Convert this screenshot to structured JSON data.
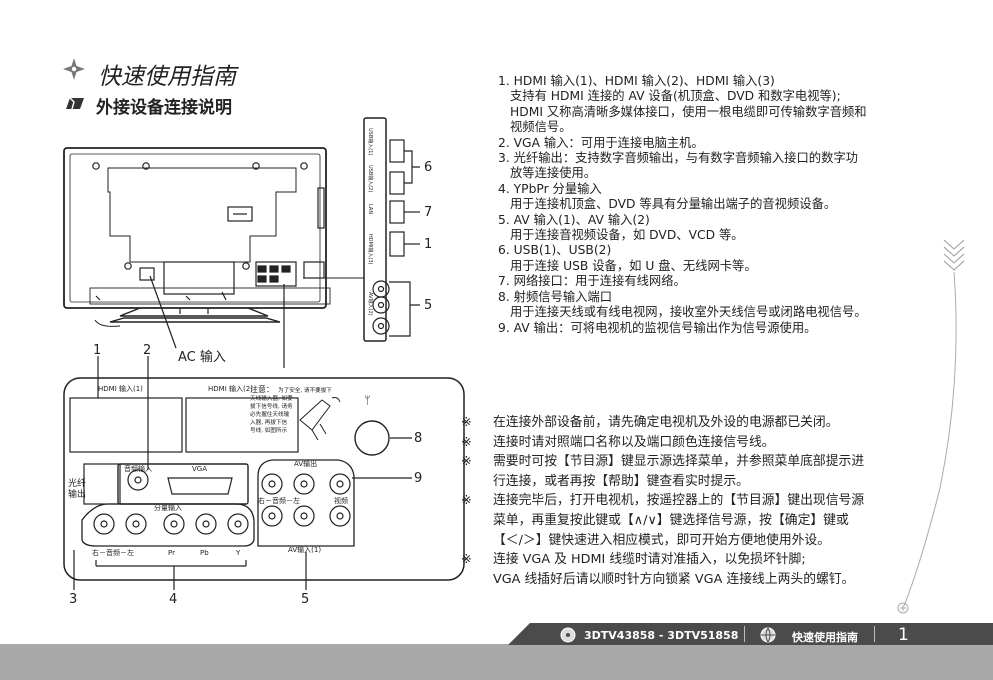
{
  "header": {
    "title": "快速使用指南",
    "subtitle": "外接设备连接说明"
  },
  "descriptions": [
    {
      "lines": [
        "1. HDMI 输入(1)、HDMI 输入(2)、HDMI 输入(3)",
        "支持有 HDMI 连接的 AV 设备(机顶盒、DVD 和数字电视等);",
        "HDMI 又称高清晰多媒体接口，使用一根电缆即可传输数字音频和",
        "视频信号。"
      ]
    },
    {
      "lines": [
        "2. VGA 输入：可用于连接电脑主机。"
      ]
    },
    {
      "lines": [
        "3. 光纤输出：支持数字音频输出，与有数字音频输入接口的数字功",
        "放等连接使用。"
      ]
    },
    {
      "lines": [
        "4. YPbPr 分量输入",
        "用于连接机顶盒、DVD 等具有分量输出端子的音视频设备。"
      ]
    },
    {
      "lines": [
        "5. AV 输入(1)、AV 输入(2)",
        "用于连接音视频设备，如 DVD、VCD 等。"
      ]
    },
    {
      "lines": [
        "6. USB(1)、USB(2)",
        "用于连接 USB 设备，如 U 盘、无线网卡等。"
      ]
    },
    {
      "lines": [
        "7. 网络接口：用于连接有线网络。"
      ]
    },
    {
      "lines": [
        "8. 射频信号输入端口",
        "用于连接天线或有线电视网，接收室外天线信号或闭路电视信号。"
      ]
    },
    {
      "lines": [
        "9. AV 输出：可将电视机的监视信号输出作为信号源使用。"
      ]
    }
  ],
  "notes": {
    "marker": "※",
    "items": [
      {
        "lines": [
          "在连接外部设备前，请先确定电视机及外设的电源都已关闭。"
        ]
      },
      {
        "lines": [
          "连接时请对照端口名称以及端口颜色连接信号线。"
        ]
      },
      {
        "lines": [
          "需要时可按【节目源】键显示源选择菜单，并参照菜单底部提示进",
          "行连接，或者再按【帮助】键查看实时提示。"
        ]
      },
      {
        "lines": [
          "连接完毕后，打开电视机，按遥控器上的【节目源】键出现信号源",
          "菜单，再重复按此键或【∧/∨】键选择信号源，按【确定】键或",
          "【＜/＞】键快速进入相应模式，即可开始方便地使用外设。"
        ]
      },
      {
        "lines": [
          "连接 VGA 及 HDMI 线缆时请对准插入，以免损坏针脚;",
          "VGA 线插好后请以顺时针方向锁紧 VGA 连接线上两头的螺钉。"
        ]
      }
    ]
  },
  "diagram": {
    "ac_label": "AC 输入",
    "callouts": {
      "c1": "1",
      "c2": "2",
      "c3": "3",
      "c4": "4",
      "c5": "5",
      "c6": "6",
      "c7": "7",
      "c8": "8",
      "c9": "9",
      "side1": "1",
      "side5": "5"
    },
    "side_ports": {
      "usb1": "USB输入(1)",
      "usb2": "USB输入(2)",
      "lan": "LAN",
      "hdmi3": "HDMI输入(3)",
      "av2": "AV输入(2)"
    },
    "panel": {
      "hdmi1": "HDMI 输入(1)",
      "hdmi2": "HDMI 输入(2)",
      "warning_title": "注意：",
      "warning_lines": [
        "为了安全, 请不要拔下",
        "天线输入器, 如要",
        "拔下信号线, 请务",
        "必先握住天线输",
        "入器, 再拔下信",
        "号线, 如图所示"
      ],
      "antenna_symbol": "ᛘ",
      "audio_in": "音频输入",
      "vga": "VGA",
      "optical_out": [
        "光纤",
        "输出"
      ],
      "component_in": "分量输入",
      "comp_labels": [
        "右－音频－左",
        "Pr",
        "Pb",
        "Y"
      ],
      "av_out": "AV输出",
      "av_out_labels": [
        "右－音频－左",
        "视频"
      ],
      "av_in1": "AV输入(1)"
    }
  },
  "footer": {
    "model": "3DTV43858 - 3DTV51858",
    "guide": "快速使用指南",
    "page_number": "1"
  }
}
